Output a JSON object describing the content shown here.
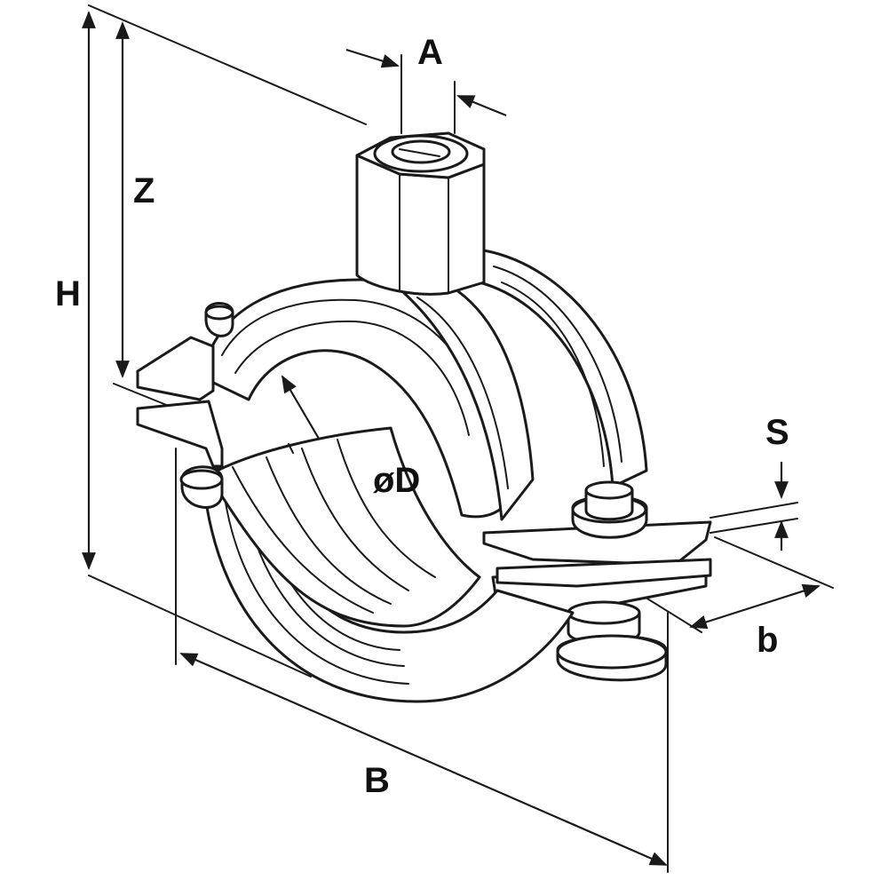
{
  "labels": {
    "A": "A",
    "Z": "Z",
    "H": "H",
    "S": "S",
    "D": "øD",
    "b": "b",
    "B": "B"
  }
}
